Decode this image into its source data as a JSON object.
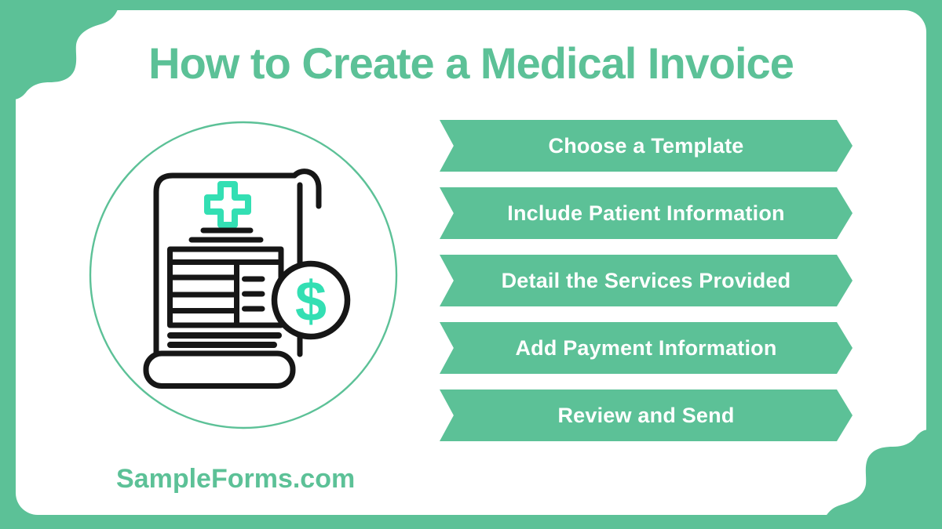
{
  "title": "How to Create a Medical Invoice",
  "steps": [
    "Choose a Template",
    "Include Patient Information",
    "Detail the Services Provided",
    "Add Payment Information",
    "Review and Send"
  ],
  "brand": "SampleForms.com",
  "illustration": {
    "icon": "medical-invoice-scroll-icon",
    "dollar_sign": "$"
  },
  "colors": {
    "frame_green": "#5cc197",
    "accent_teal": "#33dfb3",
    "line_ink": "#161616",
    "card_white": "#ffffff"
  }
}
